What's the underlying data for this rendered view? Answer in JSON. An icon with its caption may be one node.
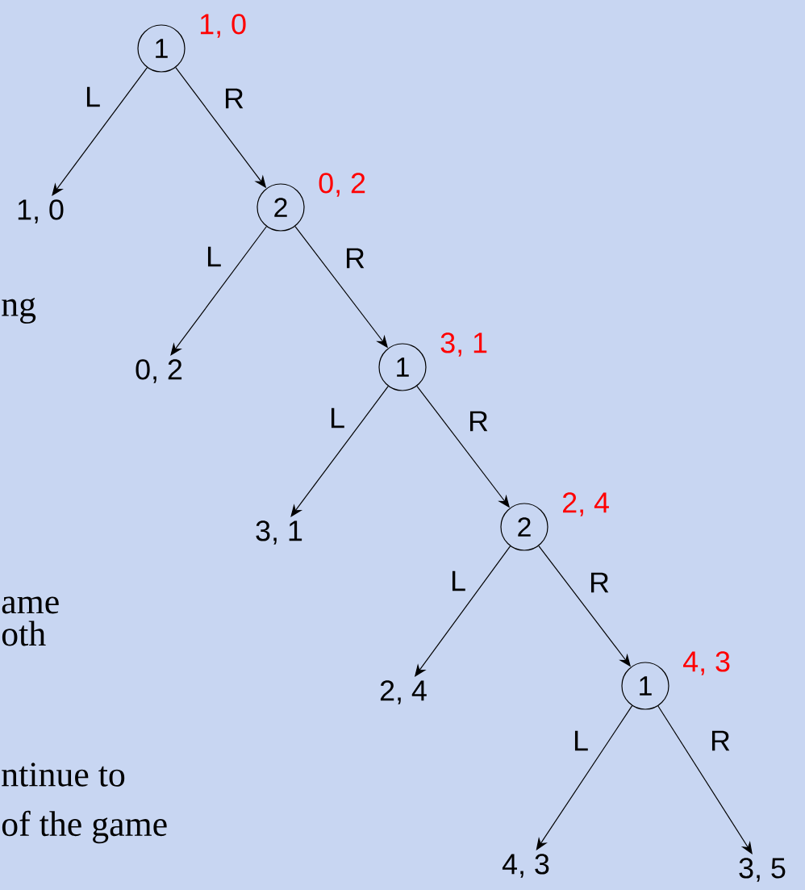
{
  "diagram": {
    "nodes": [
      {
        "text": [
          "1"
        ],
        "beside": [
          "1, 0"
        ]
      },
      {
        "text": [
          "2"
        ],
        "beside": [
          "0, 2"
        ]
      },
      {
        "text": [
          "1"
        ],
        "beside": [
          "3, 1"
        ]
      },
      {
        "text": [
          "2"
        ],
        "beside": [
          "2, 4"
        ]
      },
      {
        "text": [
          "1"
        ],
        "beside": [
          "4, 3"
        ]
      },
      {
        "text": [
          "1, 0"
        ]
      },
      {
        "text": [
          "0, 2"
        ]
      },
      {
        "text": [
          "3, 1"
        ]
      },
      {
        "text": [
          "2, 4"
        ]
      },
      {
        "text": [
          "4, 3"
        ]
      },
      {
        "text": [
          "3, 5"
        ]
      }
    ],
    "edges": [
      {
        "from": 0,
        "to": 5,
        "arrow": "to",
        "label": "L"
      },
      {
        "from": 0,
        "to": 1,
        "arrow": "to",
        "label": "R"
      },
      {
        "from": 1,
        "to": 6,
        "arrow": "to",
        "label": "L"
      },
      {
        "from": 1,
        "to": 2,
        "arrow": "to",
        "label": "R"
      },
      {
        "from": 2,
        "to": 7,
        "arrow": "to",
        "label": "L"
      },
      {
        "from": 2,
        "to": 3,
        "arrow": "to",
        "label": "R"
      },
      {
        "from": 3,
        "to": 8,
        "arrow": "to",
        "label": "L"
      },
      {
        "from": 3,
        "to": 4,
        "arrow": "to",
        "label": "R"
      },
      {
        "from": 4,
        "to": 9,
        "arrow": "to",
        "label": "L"
      },
      {
        "from": 4,
        "to": 10,
        "arrow": "to",
        "label": "R"
      }
    ],
    "labels": [
      "ng",
      "ame",
      "oth",
      "ntinue to",
      "of the game"
    ]
  }
}
